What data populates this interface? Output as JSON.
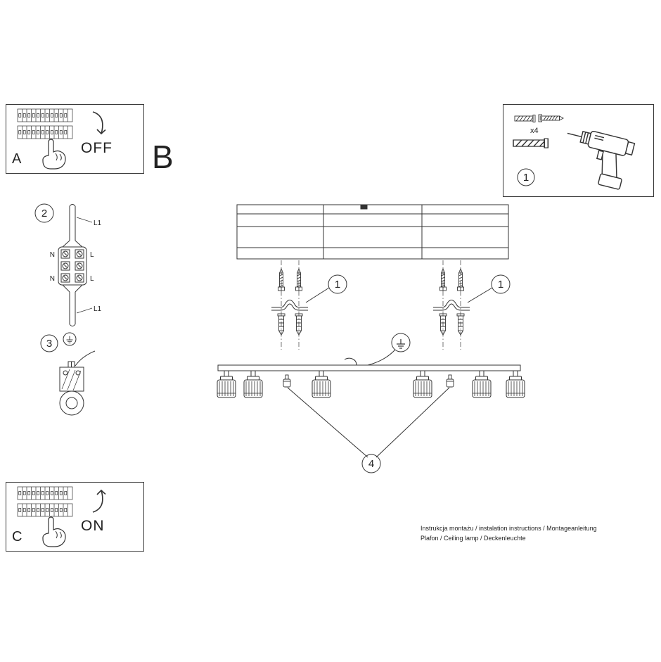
{
  "title_letters": {
    "a": "A",
    "b": "B",
    "c": "C"
  },
  "switch": {
    "off": "OFF",
    "on": "ON"
  },
  "steps": {
    "one": "1",
    "two": "2",
    "three": "3",
    "four": "4"
  },
  "tools": {
    "quantity": "x4"
  },
  "wiring": {
    "n_top": "N",
    "l_top": "L",
    "n_bottom": "N",
    "l_bottom": "L",
    "l1_top": "L1",
    "l1_bottom": "L1"
  },
  "footer": {
    "line1": "Instrukcja montażu / instalation instructions / Montageanleitung",
    "line2": "Plafon / Ceiling lamp / Deckenleuchte"
  },
  "colors": {
    "line": "#333333",
    "background": "#ffffff"
  }
}
